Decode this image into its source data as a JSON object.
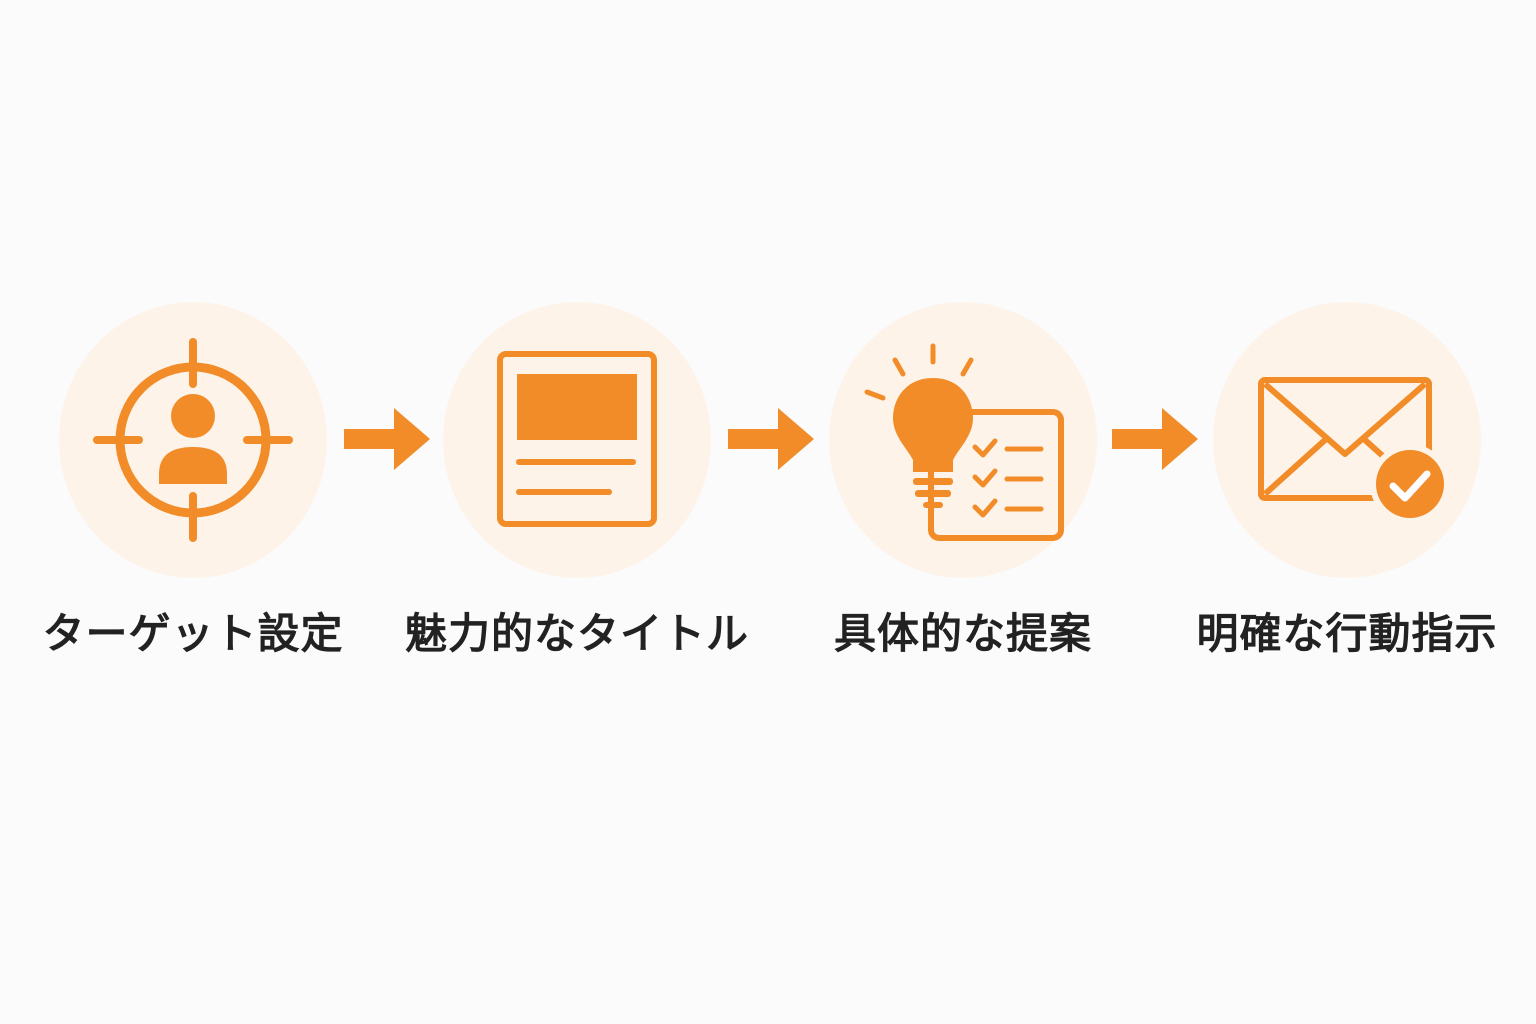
{
  "colors": {
    "accent": "#f28c28",
    "circle_bg": "#fdf3e9",
    "label_text": "#222222",
    "page_bg": "#fbfbfb"
  },
  "steps": [
    {
      "label": "ターゲット設定",
      "icon": "target-user-icon"
    },
    {
      "label": "魅力的なタイトル",
      "icon": "title-document-icon"
    },
    {
      "label": "具体的な提案",
      "icon": "lightbulb-checklist-icon"
    },
    {
      "label": "明確な行動指示",
      "icon": "envelope-check-icon"
    }
  ],
  "connector_icon": "right-arrow-icon"
}
